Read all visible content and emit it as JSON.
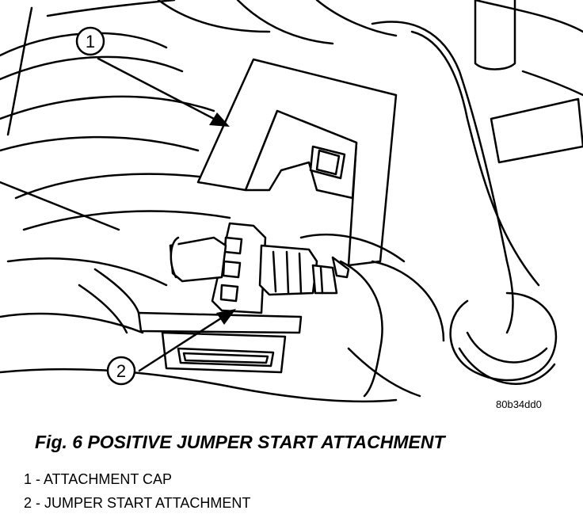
{
  "figure": {
    "caption": "Fig. 6 POSITIVE JUMPER START ATTACHMENT",
    "figure_id": "80b34dd0",
    "callouts": [
      {
        "number": "1",
        "label": "ATTACHMENT CAP"
      },
      {
        "number": "2",
        "label": "JUMPER START ATTACHMENT"
      }
    ],
    "legend_items": [
      "1 - ATTACHMENT CAP",
      "2 - JUMPER START ATTACHMENT"
    ]
  }
}
